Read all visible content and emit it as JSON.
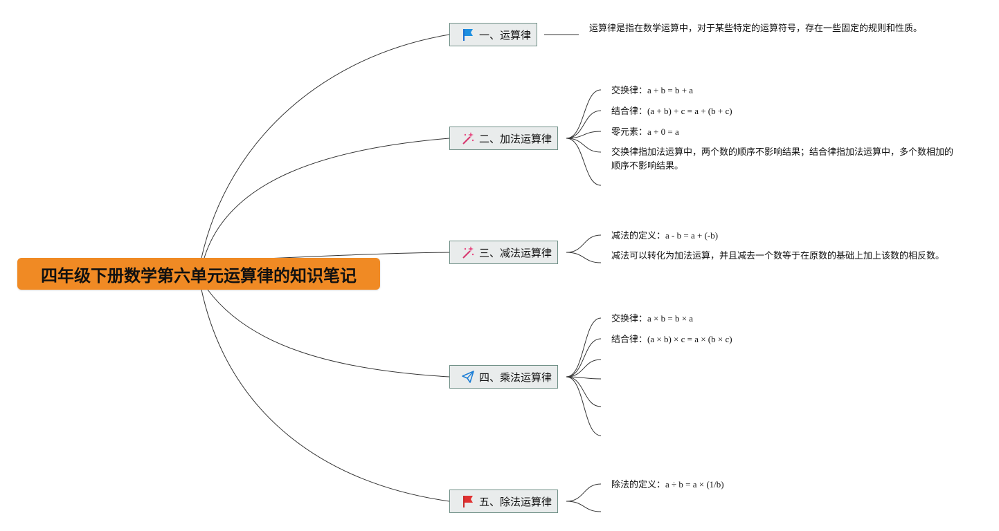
{
  "root": {
    "title": "四年级下册数学第六单元运算律的知识笔记"
  },
  "branches": [
    {
      "title": "一、运算律",
      "icon": "blue-flag-icon",
      "note": "运算律是指在数学运算中，对于某些特定的运算符号，存在一些固定的规则和性质。"
    },
    {
      "title": "二、加法运算律",
      "icon": "magic-wand-icon",
      "items": [
        {
          "label": "交换律：",
          "formula": "a + b = b + a"
        },
        {
          "label": "结合律：",
          "formula": "(a + b) + c = a + (b + c)"
        },
        {
          "label": "零元素：",
          "formula": "a + 0 = a"
        }
      ],
      "note": "交换律指加法运算中，两个数的顺序不影响结果；结合律指加法运算中，多个数相加的顺序不影响结果。"
    },
    {
      "title": "三、减法运算律",
      "icon": "magic-wand-icon",
      "items": [
        {
          "label": "减法的定义：",
          "formula": "a - b = a + (-b)"
        }
      ],
      "note": "减法可以转化为加法运算，并且减去一个数等于在原数的基础上加上该数的相反数。"
    },
    {
      "title": "四、乘法运算律",
      "icon": "paper-plane-icon",
      "items": [
        {
          "label": "交换律：",
          "formula": "a × b = b × a"
        },
        {
          "label": "结合律：",
          "formula": "(a × b) × c = a × (b × c)"
        }
      ]
    },
    {
      "title": "五、除法运算律",
      "icon": "red-flag-icon",
      "items": [
        {
          "label": "除法的定义：",
          "formula": "a ÷ b = a × (1/b)"
        }
      ]
    }
  ],
  "colors": {
    "root_fill": "#f08a24",
    "branch_fill": "#e9ecec",
    "branch_border": "#6f8f86",
    "line": "#333333"
  }
}
